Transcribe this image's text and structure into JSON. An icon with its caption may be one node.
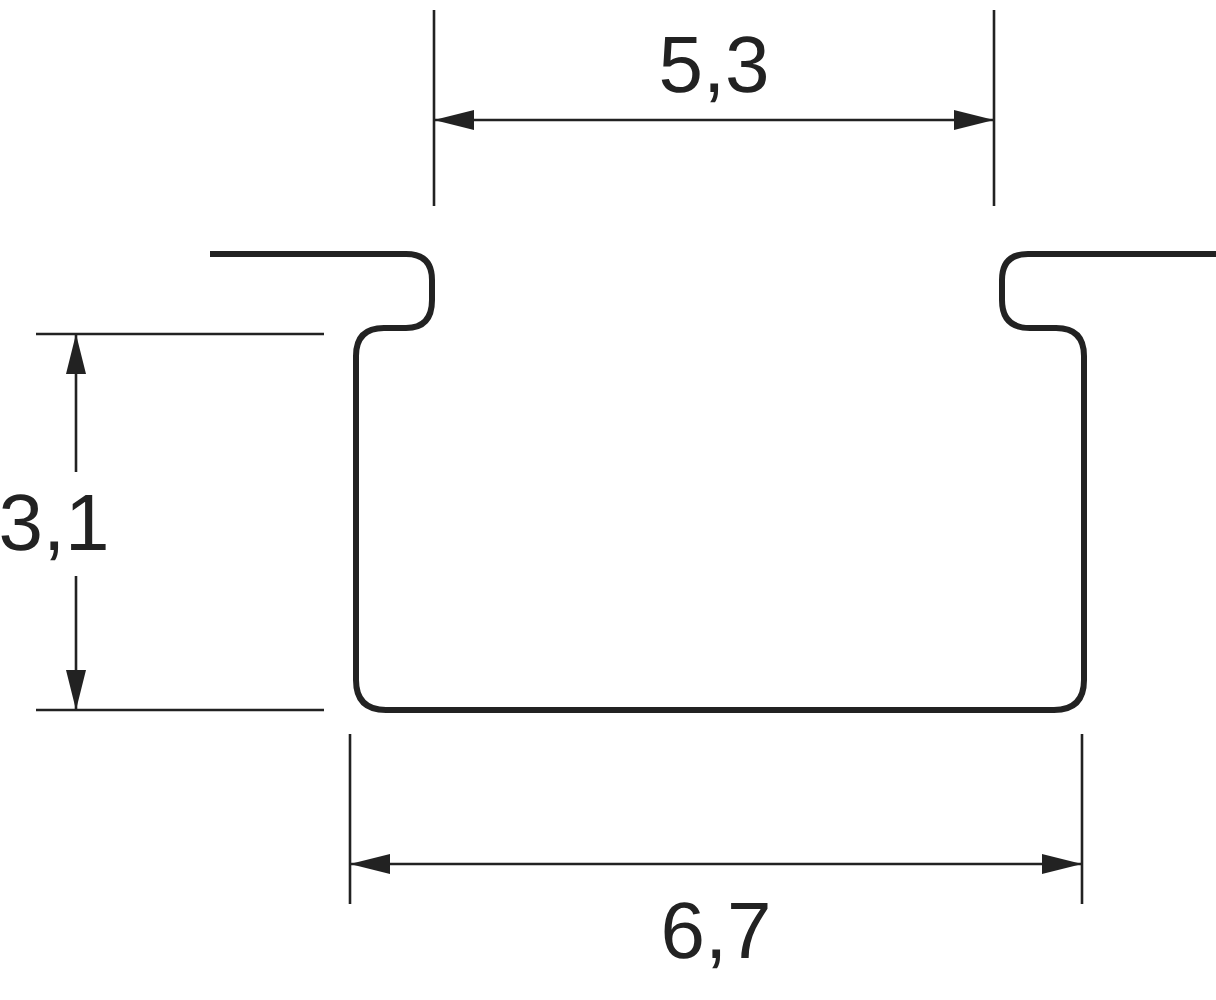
{
  "diagram": {
    "labels": [
      "5,3",
      "3,1",
      "6,7"
    ]
  }
}
